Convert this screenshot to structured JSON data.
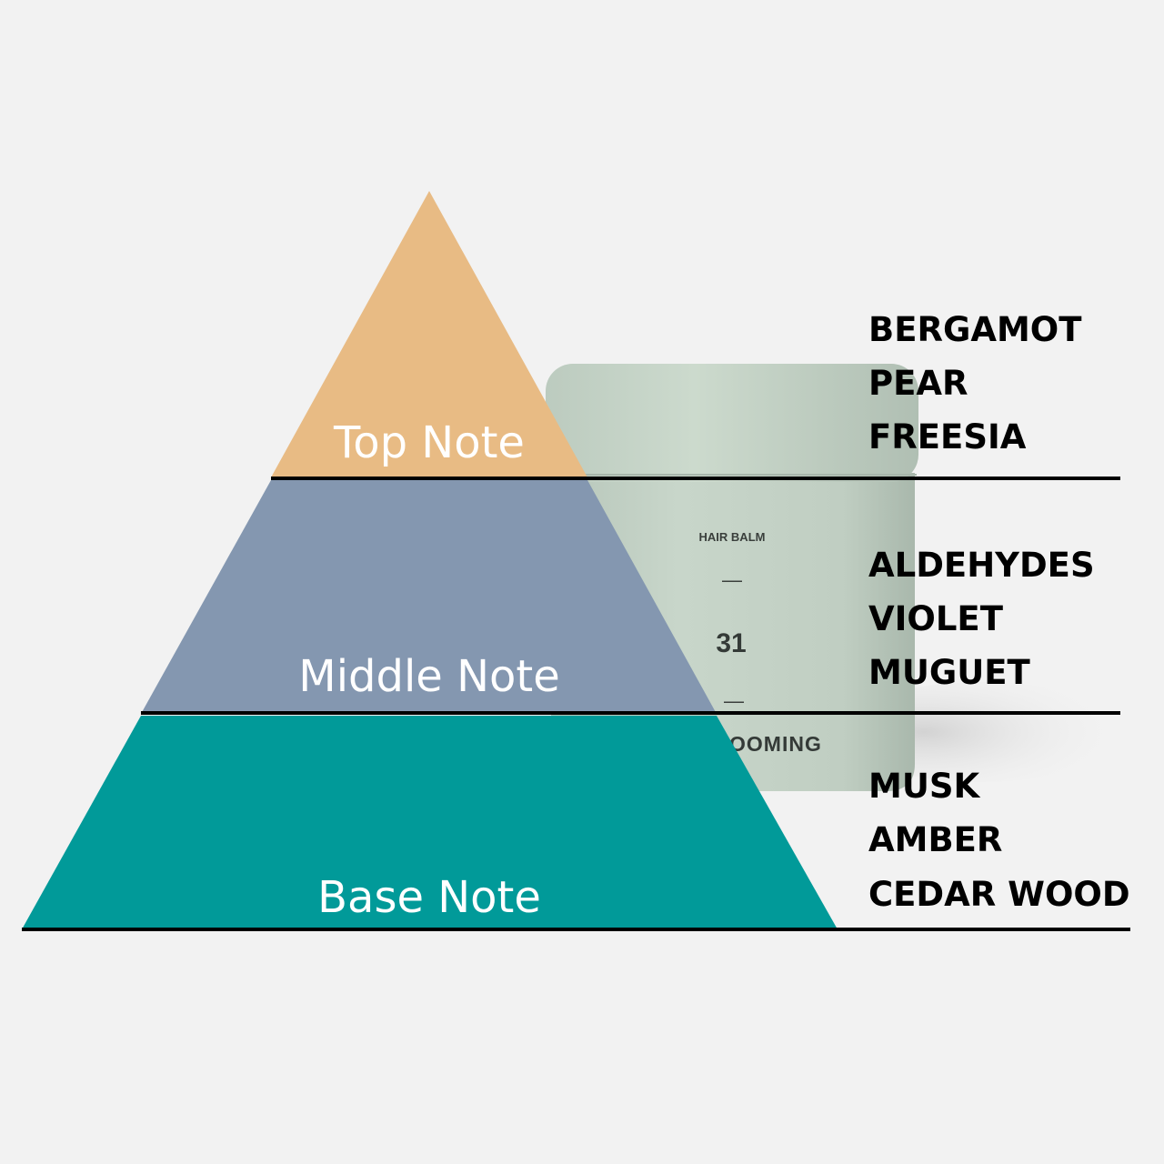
{
  "colors": {
    "background": "#f2f2f2",
    "top": "#e8bb84",
    "middle": "#8497b0",
    "base": "#019a99",
    "jar": "#c3d1c5",
    "divider": "#000000"
  },
  "pyramid": {
    "top_label": "Top Note",
    "middle_label": "Middle Note",
    "base_label": "Base Note"
  },
  "notes": {
    "top": [
      "BERGAMOT",
      "PEAR",
      "FREESIA"
    ],
    "middle": [
      "ALDEHYDES",
      "VIOLET",
      "MUGUET"
    ],
    "base": [
      "MUSK",
      "AMBER",
      "CEDAR WOOD"
    ]
  },
  "jar": {
    "product": "HAIR BALM",
    "dash_top": "—",
    "number": "31",
    "dash_bottom": "—",
    "brand": "OOMING"
  }
}
